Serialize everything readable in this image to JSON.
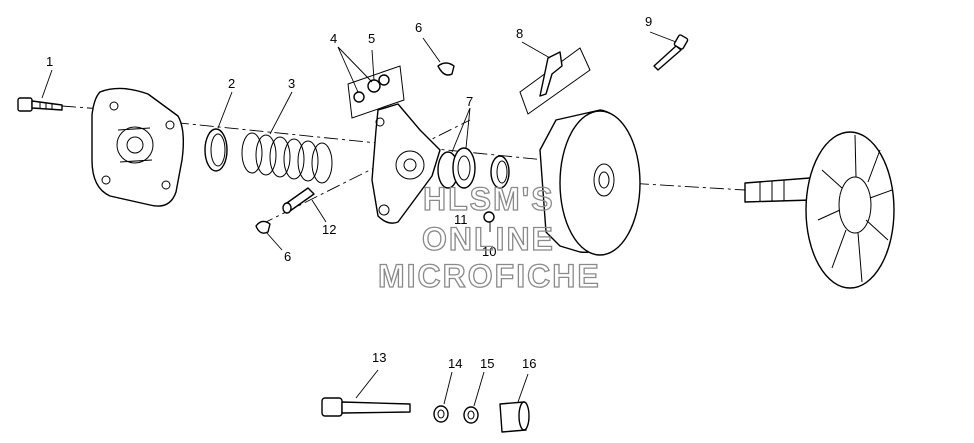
{
  "callouts": [
    "1",
    "2",
    "3",
    "4",
    "5",
    "6",
    "7",
    "8",
    "9",
    "10",
    "11",
    "12",
    "13",
    "14",
    "15",
    "16"
  ],
  "watermark": {
    "line1": "HLSM'S",
    "line2": "ONLINE",
    "line3": "MICROFICHE"
  },
  "colors": {
    "ink": "#000000",
    "watermark": "#8a8a8a",
    "background": "#ffffff"
  }
}
